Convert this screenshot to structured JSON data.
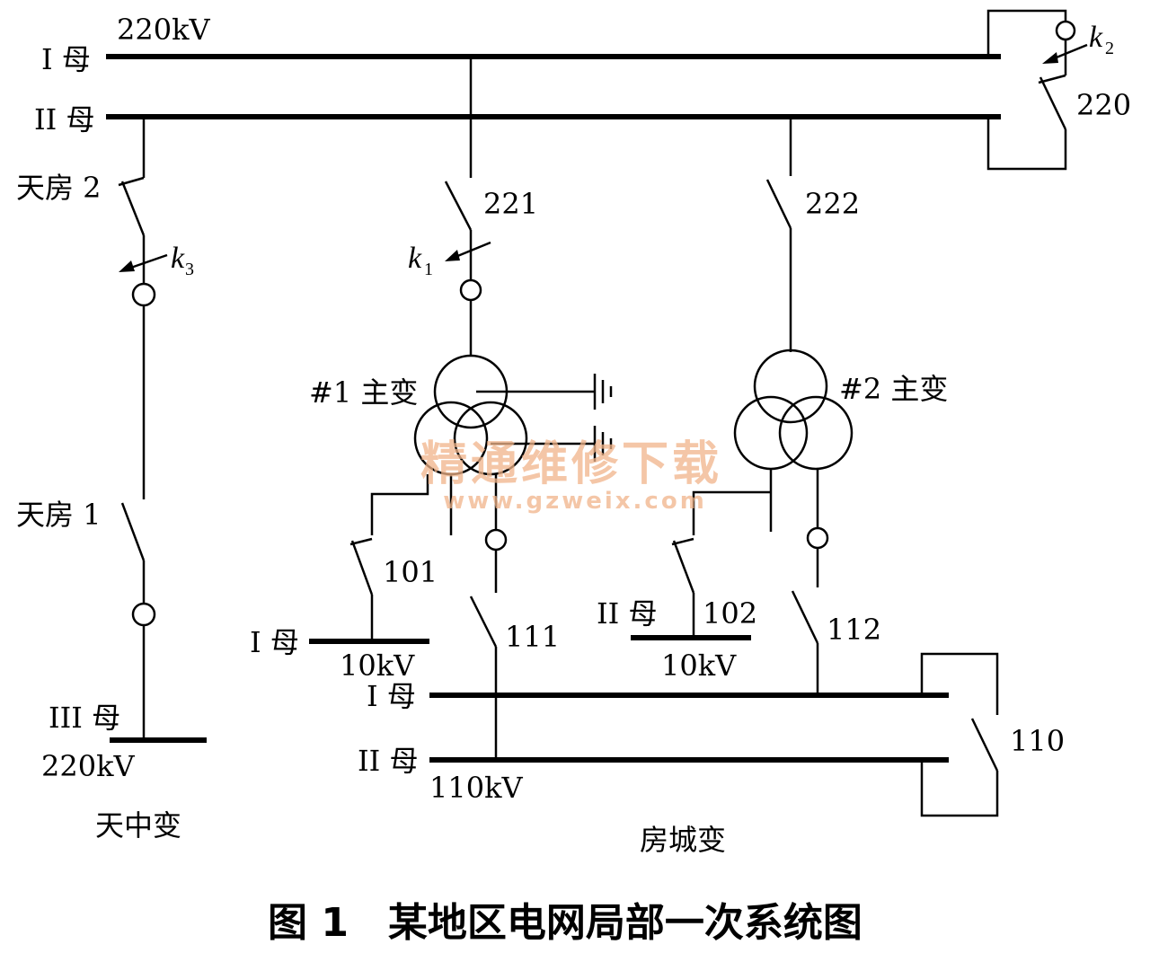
{
  "labels": {
    "bus_top_voltage": "220kV",
    "bus_top_1": "I 母",
    "bus_top_2": "II 母",
    "switch_220": "220",
    "line_tf2": "天房 2",
    "line_tf1": "天房 1",
    "switch_221": "221",
    "switch_222": "222",
    "fault_k1": "k",
    "fault_k1_sub": "1",
    "fault_k2": "k",
    "fault_k2_sub": "2",
    "fault_k3": "k",
    "fault_k3_sub": "3",
    "transformer_1": "#1 主变",
    "transformer_2": "#2 主变",
    "switch_101": "101",
    "switch_102": "102",
    "switch_111": "111",
    "switch_112": "112",
    "switch_110": "110",
    "bus10_1": "I 母",
    "bus10_1_voltage": "10kV",
    "bus10_2": "II 母",
    "bus10_2_voltage": "10kV",
    "bus110_1": "I 母",
    "bus110_2": "II 母",
    "bus110_voltage": "110kV",
    "bus_tz": "III 母",
    "bus_tz_voltage": "220kV",
    "station_tianzhong": "天中变",
    "station_fangcheng": "房城变"
  },
  "caption": "图 1　某地区电网局部一次系统图",
  "watermark": {
    "title": "精通维修下载",
    "url": "www.gzweix.com"
  }
}
